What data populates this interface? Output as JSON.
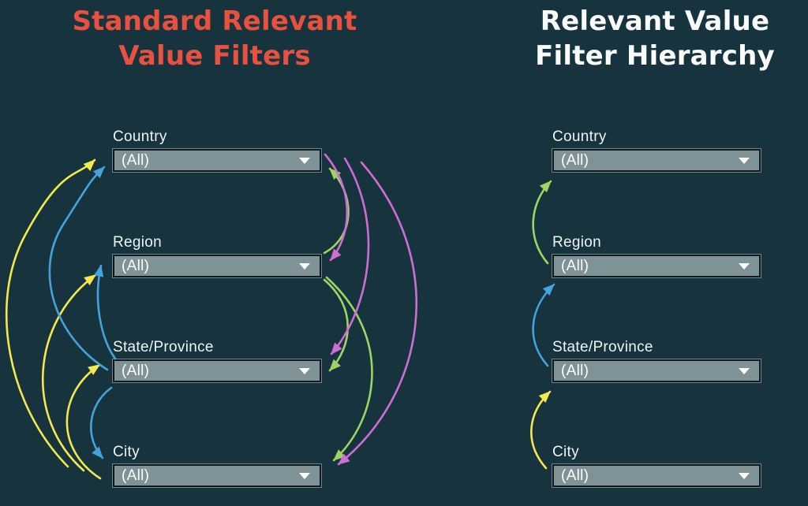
{
  "titles": {
    "left": {
      "line1": "Standard Relevant",
      "line2": "Value Filters"
    },
    "right": {
      "line1": "Relevant Value",
      "line2": "Filter Hierarchy"
    }
  },
  "filter_labels": [
    "Country",
    "Region",
    "State/Province",
    "City"
  ],
  "filter_value": "(All)",
  "colors": {
    "background": "#17333E",
    "title_left": "#E8513F",
    "title_right": "#FAFCFC",
    "label_text": "#EFF4F4",
    "dropdown_fill": "#7E9298",
    "dropdown_text": "#FFFFFF",
    "arrow_city": "#F2E94E",
    "arrow_state_province": "#46A2DB",
    "arrow_region": "#9ED465",
    "arrow_country": "#CD6ED3"
  },
  "standard_diagram": {
    "title": "Standard Relevant Value Filters",
    "arrows": [
      {
        "from": "City",
        "to": "Country",
        "color": "arrow_city"
      },
      {
        "from": "City",
        "to": "Region",
        "color": "arrow_city"
      },
      {
        "from": "City",
        "to": "State/Province",
        "color": "arrow_city"
      },
      {
        "from": "State/Province",
        "to": "Country",
        "color": "arrow_state_province"
      },
      {
        "from": "State/Province",
        "to": "Region",
        "color": "arrow_state_province"
      },
      {
        "from": "State/Province",
        "to": "City",
        "color": "arrow_state_province"
      },
      {
        "from": "Region",
        "to": "Country",
        "color": "arrow_region"
      },
      {
        "from": "Region",
        "to": "State/Province",
        "color": "arrow_region"
      },
      {
        "from": "Region",
        "to": "City",
        "color": "arrow_region"
      },
      {
        "from": "Country",
        "to": "Region",
        "color": "arrow_country"
      },
      {
        "from": "Country",
        "to": "State/Province",
        "color": "arrow_country"
      },
      {
        "from": "Country",
        "to": "City",
        "color": "arrow_country"
      }
    ]
  },
  "hierarchy_diagram": {
    "title": "Relevant Value Filter Hierarchy",
    "arrows": [
      {
        "from": "Region",
        "to": "Country",
        "color": "arrow_region"
      },
      {
        "from": "State/Province",
        "to": "Region",
        "color": "arrow_state_province"
      },
      {
        "from": "City",
        "to": "State/Province",
        "color": "arrow_city"
      }
    ]
  }
}
